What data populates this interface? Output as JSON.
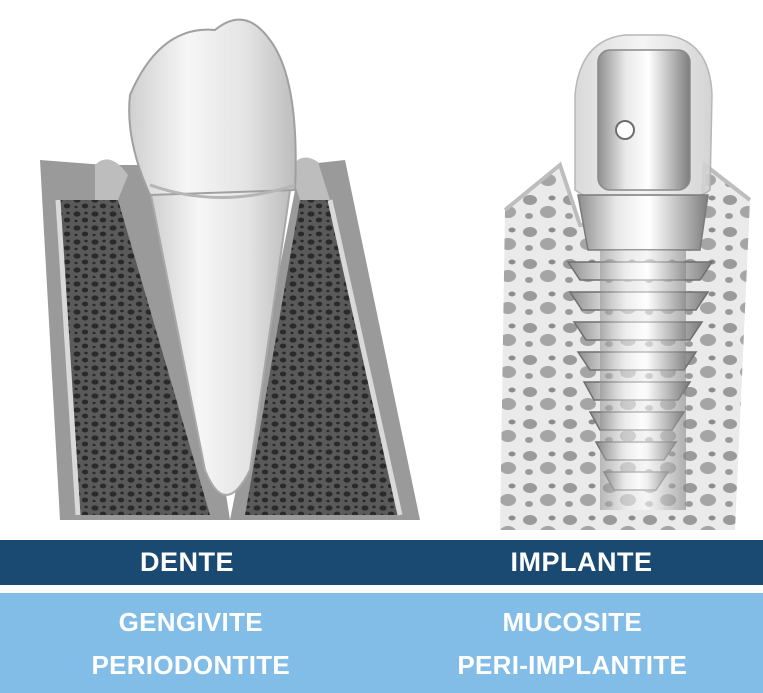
{
  "columns": [
    {
      "header": "DENTE",
      "terms": [
        "GENGIVITE",
        "PERIODONTITE"
      ]
    },
    {
      "header": "IMPLANTE",
      "terms": [
        "MUCOSITE",
        "PERI-IMPLANTITE"
      ]
    }
  ],
  "colors": {
    "header_band": "#1a4a72",
    "info_band": "#82bde8",
    "text": "#ffffff"
  },
  "icons": {
    "left_illustration": "natural-tooth-in-bone",
    "right_illustration": "dental-implant-in-bone"
  }
}
